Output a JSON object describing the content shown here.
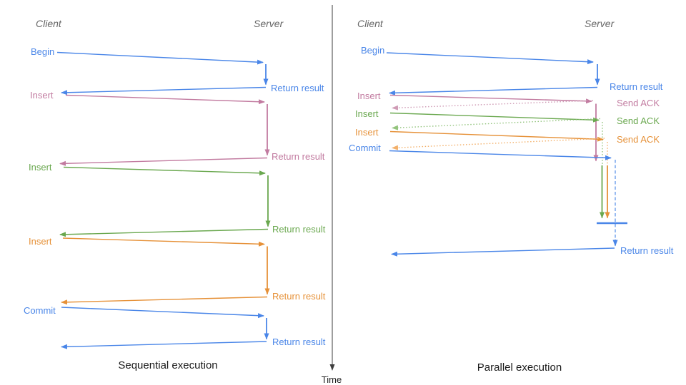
{
  "palette": {
    "blue": "#4a86e8",
    "pink": "#c27ba0",
    "green": "#6aa84f",
    "orange": "#e69138",
    "blue_light": "#6d9eeb",
    "pink_light": "#cf9bb5",
    "green_light": "#93c47d",
    "orange_light": "#f3b06a",
    "time_axis": "#3d3d3d",
    "lifeline_label": "#666666",
    "title_text": "#1a1a1a"
  },
  "sequential": {
    "title": "Sequential execution",
    "client_label": "Client",
    "server_label": "Server",
    "messages": [
      {
        "op": "Begin",
        "response": "Return result",
        "color": "#4a86e8"
      },
      {
        "op": "Insert",
        "response": "Return result",
        "color": "#c27ba0"
      },
      {
        "op": "Insert",
        "response": "Return result",
        "color": "#6aa84f"
      },
      {
        "op": "Insert",
        "response": "Return result",
        "color": "#e69138"
      },
      {
        "op": "Commit",
        "response": "Return result",
        "color": "#4a86e8"
      }
    ]
  },
  "parallel": {
    "title": "Parallel execution",
    "client_label": "Client",
    "server_label": "Server",
    "messages": [
      {
        "op": "Begin",
        "response": "Return result",
        "color": "#4a86e8"
      },
      {
        "op": "Insert",
        "response": "Send ACK",
        "color": "#c27ba0"
      },
      {
        "op": "Insert",
        "response": "Send ACK",
        "color": "#6aa84f"
      },
      {
        "op": "Insert",
        "response": "Send ACK",
        "color": "#e69138"
      },
      {
        "op": "Commit",
        "response": "Return result",
        "color": "#4a86e8"
      }
    ]
  },
  "time_axis": {
    "label": "Time"
  }
}
